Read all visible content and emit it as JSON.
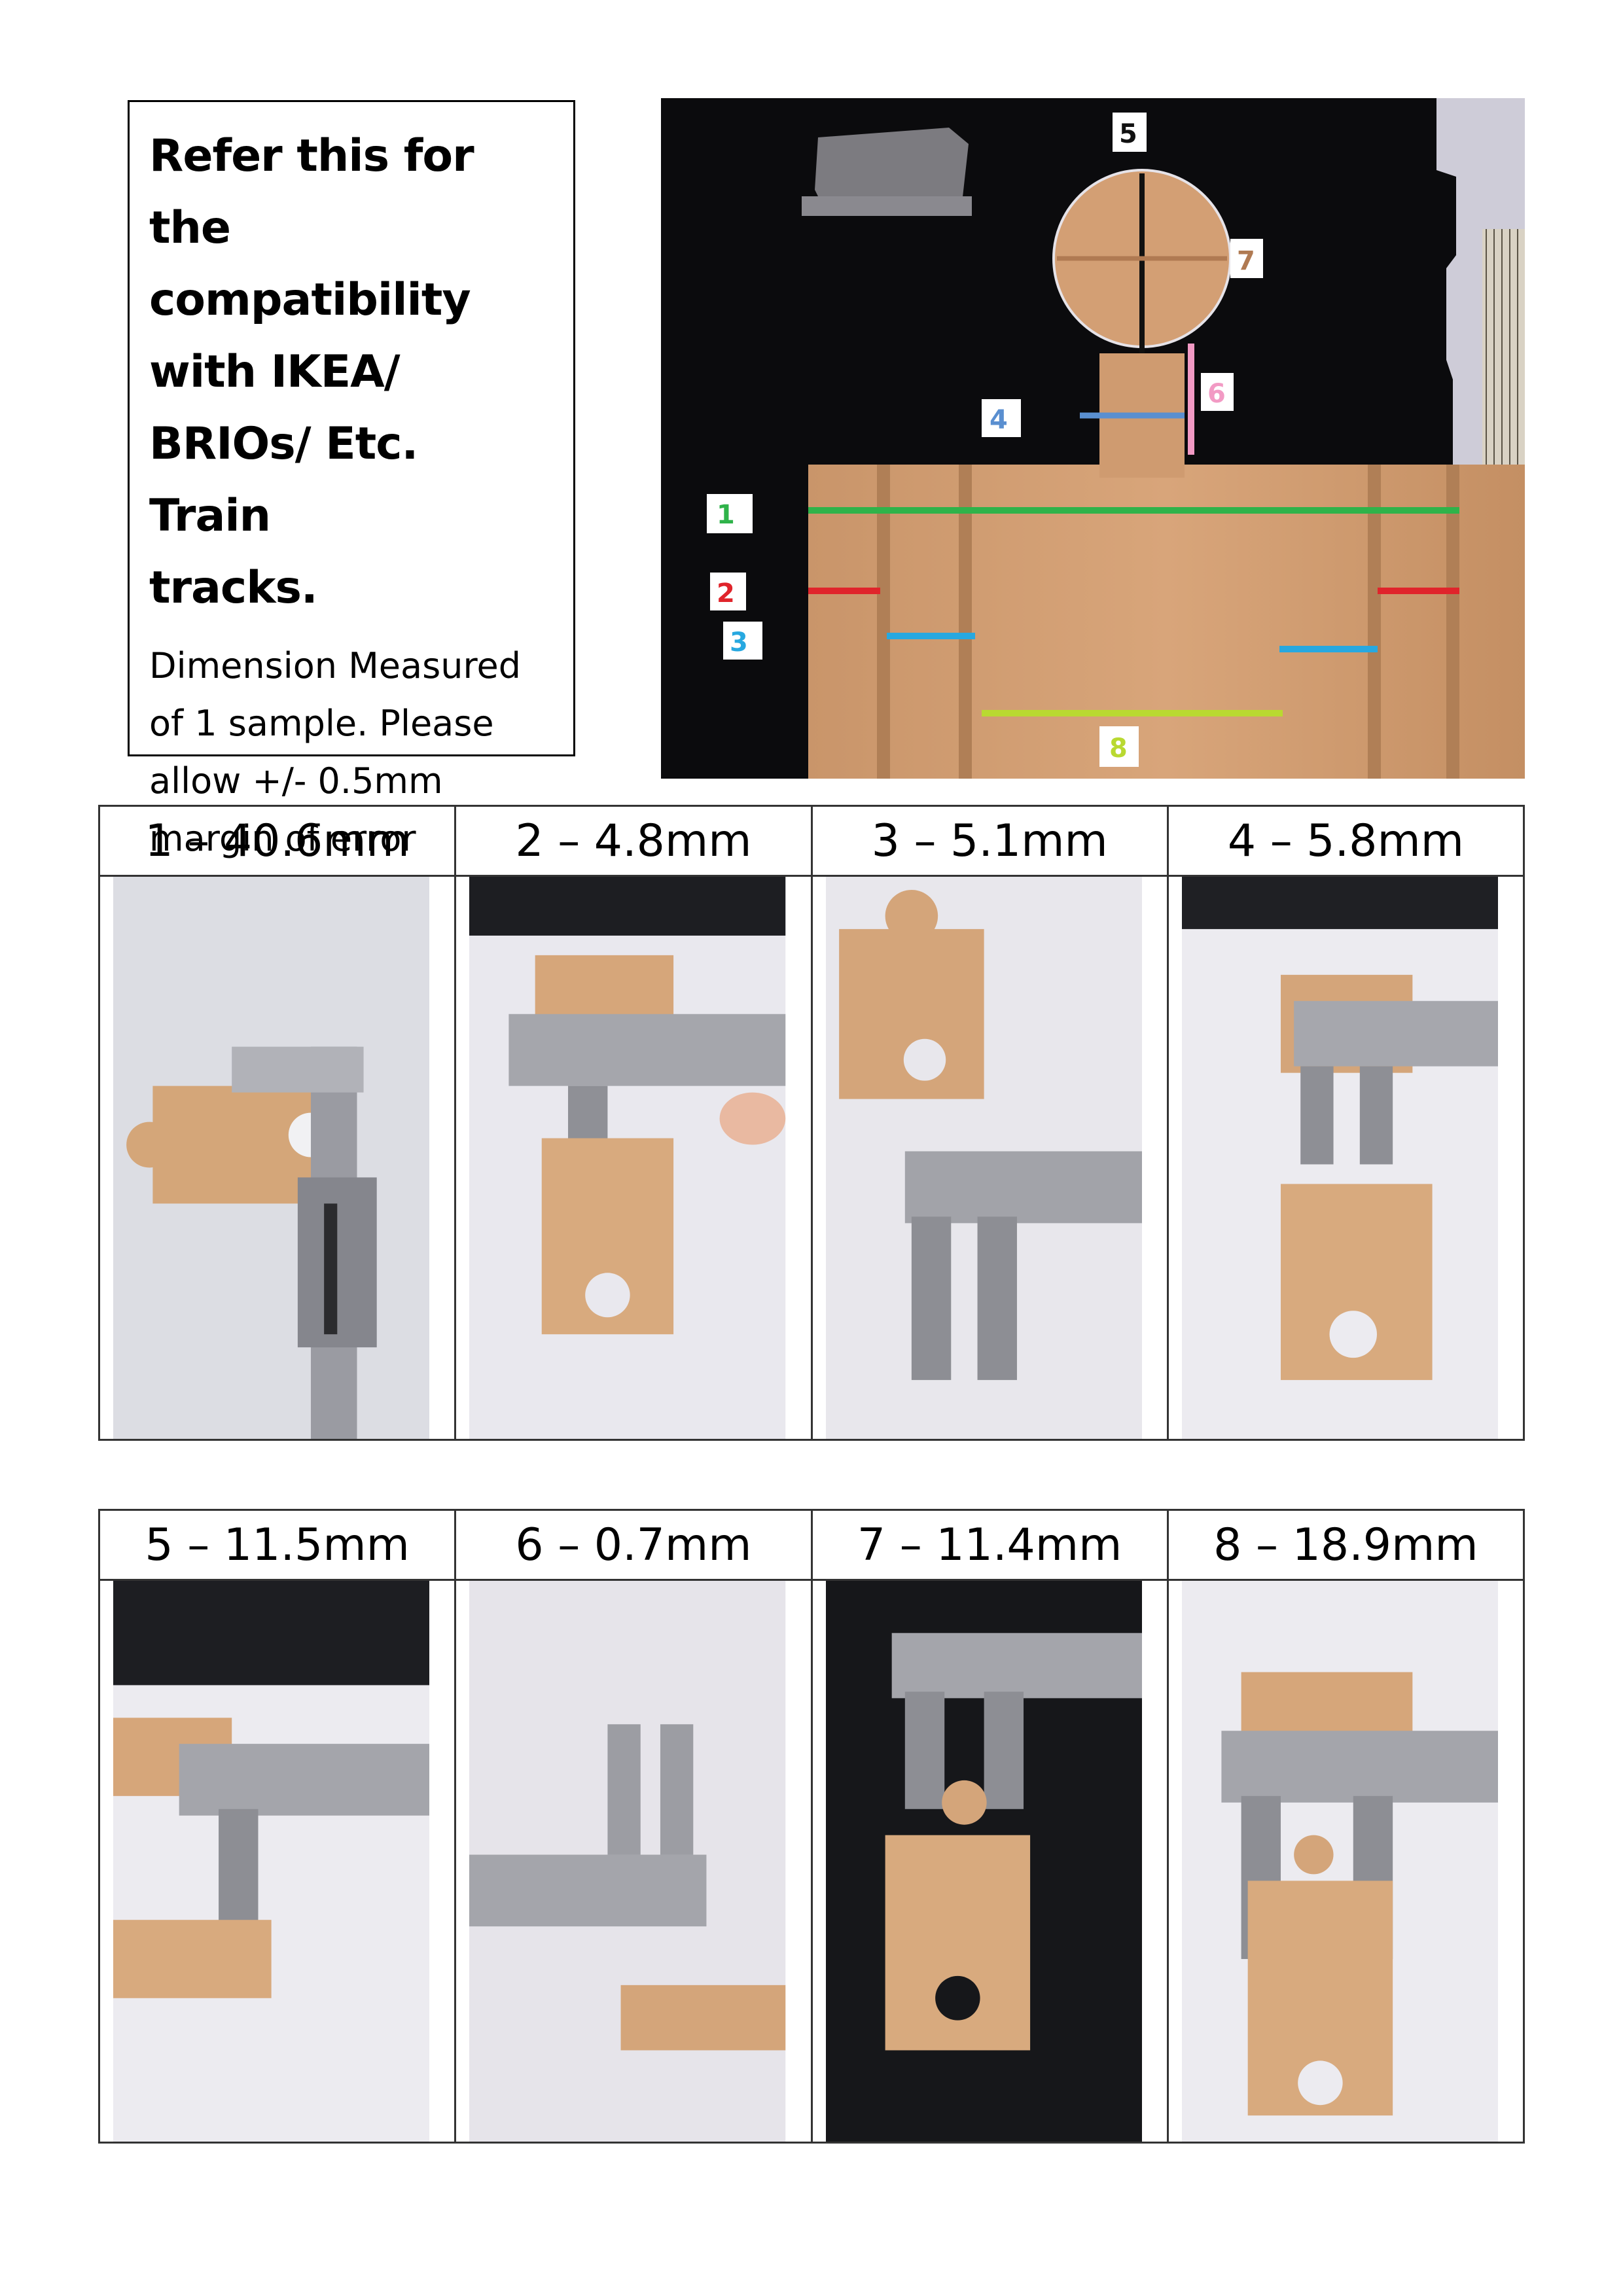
{
  "note": {
    "title_lines": [
      "Refer this for the",
      "compatibility",
      "with IKEA/",
      "BRIOs/ Etc. Train",
      "tracks."
    ],
    "body_lines": [
      "Dimension Measured",
      "of 1 sample. Please",
      "allow +/- 0.5mm",
      "margin of error"
    ]
  },
  "diagram": {
    "labels": [
      {
        "id": "1",
        "color": "#2fb34a"
      },
      {
        "id": "2",
        "color": "#e0242b"
      },
      {
        "id": "3",
        "color": "#27a8e0"
      },
      {
        "id": "4",
        "color": "#5a8fd0"
      },
      {
        "id": "5",
        "color": "#111111"
      },
      {
        "id": "6",
        "color": "#f29ac4"
      },
      {
        "id": "7",
        "color": "#b07a52"
      },
      {
        "id": "8",
        "color": "#b9d931"
      }
    ]
  },
  "measurements": [
    {
      "label": "1 – 40.6mm",
      "photo": "photo-1-caliper-width"
    },
    {
      "label": "2 – 4.8mm",
      "photo": "photo-2-caliper"
    },
    {
      "label": "3 – 5.1mm",
      "photo": "photo-3-caliper"
    },
    {
      "label": "4 – 5.8mm",
      "photo": "photo-4-caliper"
    },
    {
      "label": "5 – 11.5mm",
      "photo": "photo-5-caliper"
    },
    {
      "label": "6 – 0.7mm",
      "photo": "photo-6-caliper"
    },
    {
      "label": "7 – 11.4mm",
      "photo": "photo-7-caliper"
    },
    {
      "label": "8 – 18.9mm",
      "photo": "photo-8-caliper"
    }
  ]
}
